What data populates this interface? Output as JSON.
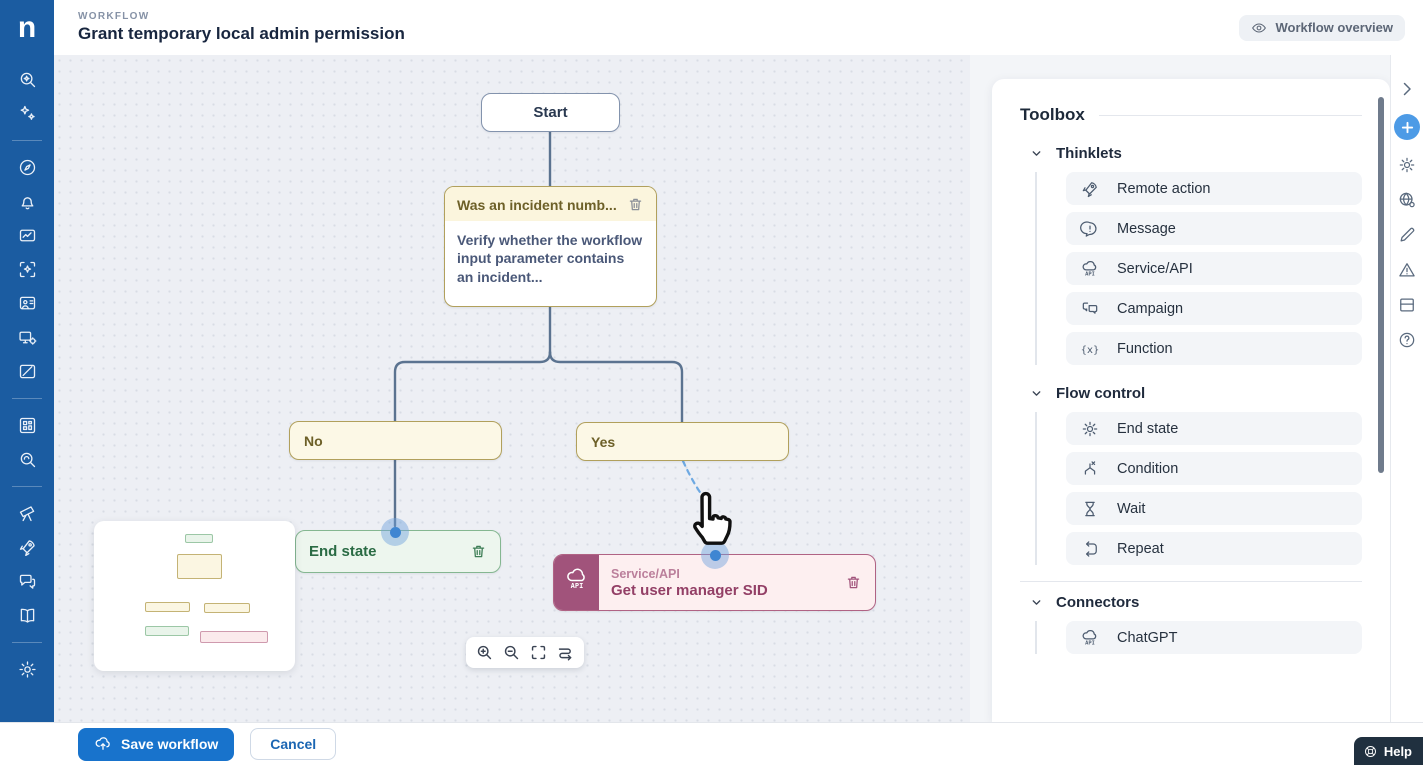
{
  "header": {
    "logo_letter": "n",
    "eyebrow": "WORKFLOW",
    "title": "Grant temporary local admin permission",
    "overview_button": "Workflow overview"
  },
  "sidebar": {
    "icons": [
      "ai-search-icon",
      "sparkles-icon",
      "compass-icon",
      "bell-icon",
      "chart-frame-icon",
      "scan-sparkle-icon",
      "people-board-icon",
      "devices-icon",
      "note-edit-icon",
      "dashboard-grid-icon",
      "discover-icon",
      "telescope-icon",
      "rocket-icon",
      "chat-icon",
      "book-icon",
      "gear-icon"
    ]
  },
  "canvas": {
    "nodes": {
      "start": {
        "label": "Start"
      },
      "condition": {
        "title": "Was an incident numb...",
        "body": "Verify whether the workflow input parameter contains an incident..."
      },
      "branch_no": {
        "label": "No"
      },
      "branch_yes": {
        "label": "Yes"
      },
      "end_state": {
        "label": "End state"
      },
      "service_api": {
        "type_label": "Service/API",
        "title": "Get user manager SID"
      }
    },
    "controls": [
      "zoom-in-icon",
      "zoom-out-icon",
      "fit-view-icon",
      "reroute-icon"
    ]
  },
  "toolbox": {
    "title": "Toolbox",
    "sections": [
      {
        "label": "Thinklets",
        "items": [
          {
            "label": "Remote action",
            "icon": "rocket-icon"
          },
          {
            "label": "Message",
            "icon": "message-bubble-icon"
          },
          {
            "label": "Service/API",
            "icon": "cloud-api-icon"
          },
          {
            "label": "Campaign",
            "icon": "chat-bubbles-icon"
          },
          {
            "label": "Function",
            "icon": "function-icon"
          }
        ]
      },
      {
        "label": "Flow control",
        "items": [
          {
            "label": "End state",
            "icon": "gear-icon"
          },
          {
            "label": "Condition",
            "icon": "branch-icon"
          },
          {
            "label": "Wait",
            "icon": "hourglass-icon"
          },
          {
            "label": "Repeat",
            "icon": "repeat-icon"
          }
        ]
      },
      {
        "label": "Connectors",
        "items": [
          {
            "label": "ChatGPT",
            "icon": "cloud-api-icon"
          }
        ]
      }
    ]
  },
  "right_rail": {
    "icons": [
      "collapse-chevron-icon",
      "add-circle-icon",
      "gear-icon",
      "globe-gear-icon",
      "pencil-icon",
      "warning-icon",
      "layout-panel-icon",
      "question-icon"
    ]
  },
  "footer": {
    "save_label": "Save workflow",
    "cancel_label": "Cancel",
    "help_label": "Help"
  },
  "icons": {
    "api_label": "API",
    "function_label": "{x}"
  },
  "colors": {
    "sidebar_blue": "#1b5ca1",
    "accent_blue": "#1873cc",
    "condition_tan": "#b1a05c",
    "end_state_green": "#2a6b44",
    "service_magenta": "#a1537b",
    "connector_slate": "#5b7390",
    "connection_dot_blue": "#3f86d2",
    "canvas_bg": "#edeff4"
  }
}
